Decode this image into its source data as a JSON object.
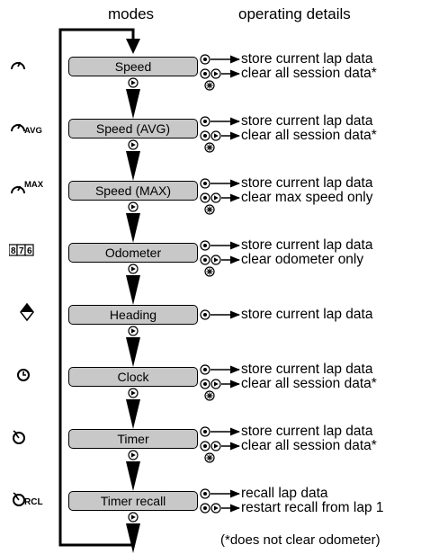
{
  "headers": {
    "modes": "modes",
    "details": "operating details"
  },
  "modes": [
    {
      "label": "Speed",
      "icon": "speedometer-icon",
      "icon_suffix": "",
      "details": [
        "store current lap data",
        "clear all session data*"
      ]
    },
    {
      "label": "Speed (AVG)",
      "icon": "speedometer-avg-icon",
      "icon_suffix": "AVG",
      "details": [
        "store current lap data",
        "clear all session data*"
      ]
    },
    {
      "label": "Speed (MAX)",
      "icon": "speedometer-max-icon",
      "icon_suffix": "MAX",
      "details": [
        "store current lap data",
        "clear max speed only"
      ]
    },
    {
      "label": "Odometer",
      "icon": "odometer-icon",
      "icon_suffix": "876",
      "details": [
        "store current lap data",
        "clear odometer only"
      ]
    },
    {
      "label": "Heading",
      "icon": "compass-icon",
      "icon_suffix": "",
      "details": [
        "store current lap data"
      ]
    },
    {
      "label": "Clock",
      "icon": "clock-icon",
      "icon_suffix": "",
      "details": [
        "store current lap data",
        "clear all session data*"
      ]
    },
    {
      "label": "Timer",
      "icon": "stopwatch-icon",
      "icon_suffix": "",
      "details": [
        "store current lap data",
        "clear all session data*"
      ]
    },
    {
      "label": "Timer recall",
      "icon": "stopwatch-recall-icon",
      "icon_suffix": "RCL",
      "details": [
        "recall lap data",
        "restart recall from lap 1"
      ]
    }
  ],
  "footnote": "(*does not clear odometer)"
}
